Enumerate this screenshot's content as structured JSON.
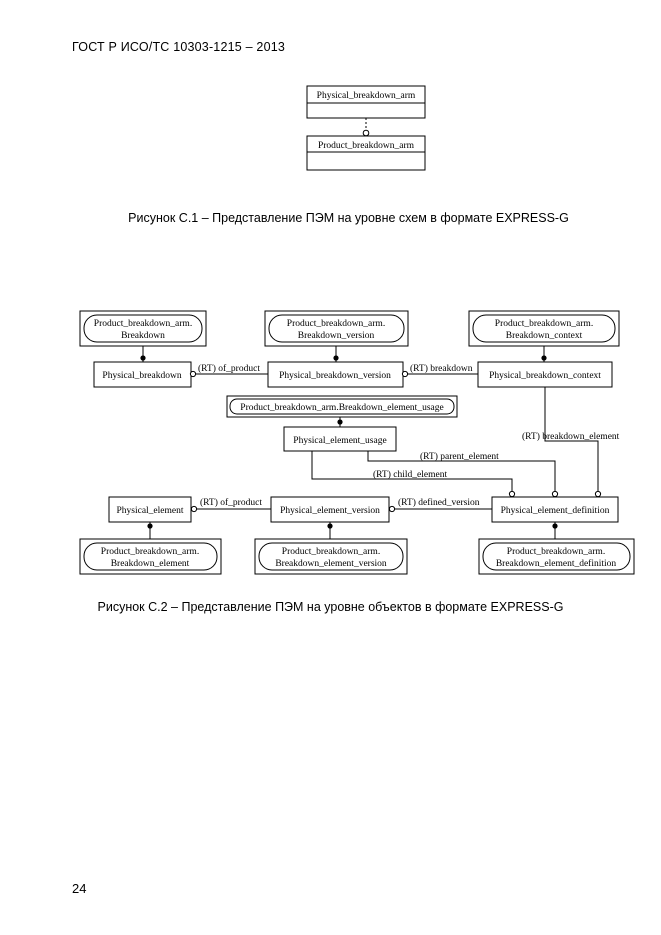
{
  "header": "ГОСТ Р ИСО/ТС 10303-1215 – 2013",
  "page_number": "24",
  "figure1": {
    "caption": "Рисунок С.1 –  Представление ПЭМ на уровне схем в формате EXPRESS-G",
    "schema_top": "Physical_breakdown_arm",
    "schema_bottom": "Product_breakdown_arm"
  },
  "figure2": {
    "caption": "Рисунок С.2 –  Представление ПЭМ на уровне объектов в формате EXPRESS-G",
    "ext_breakdown": [
      "Product_breakdown_arm.",
      "Breakdown"
    ],
    "ext_breakdown_version": [
      "Product_breakdown_arm.",
      "Breakdown_version"
    ],
    "ext_breakdown_context": [
      "Product_breakdown_arm.",
      "Breakdown_context"
    ],
    "ext_breakdown_element_usage": "Product_breakdown_arm.Breakdown_element_usage",
    "ext_breakdown_element": [
      "Product_breakdown_arm.",
      "Breakdown_element"
    ],
    "ext_breakdown_element_version": [
      "Product_breakdown_arm.",
      "Breakdown_element_version"
    ],
    "ext_breakdown_element_definition": [
      "Product_breakdown_arm.",
      "Breakdown_element_definition"
    ],
    "ent_physical_breakdown": "Physical_breakdown",
    "ent_physical_breakdown_version": "Physical_breakdown_version",
    "ent_physical_breakdown_context": "Physical_breakdown_context",
    "ent_physical_element_usage": "Physical_element_usage",
    "ent_physical_element": "Physical_element",
    "ent_physical_element_version": "Physical_element_version",
    "ent_physical_element_definition": "Physical_element_definition",
    "rel_of_product_1": "(RT) of_product",
    "rel_breakdown": "(RT) breakdown",
    "rel_breakdown_element": "(RT) breakdown_element",
    "rel_parent_element": "(RT) parent_element",
    "rel_child_element": "(RT) child_element",
    "rel_of_product_2": "(RT) of_product",
    "rel_defined_version": "(RT) defined_version"
  }
}
